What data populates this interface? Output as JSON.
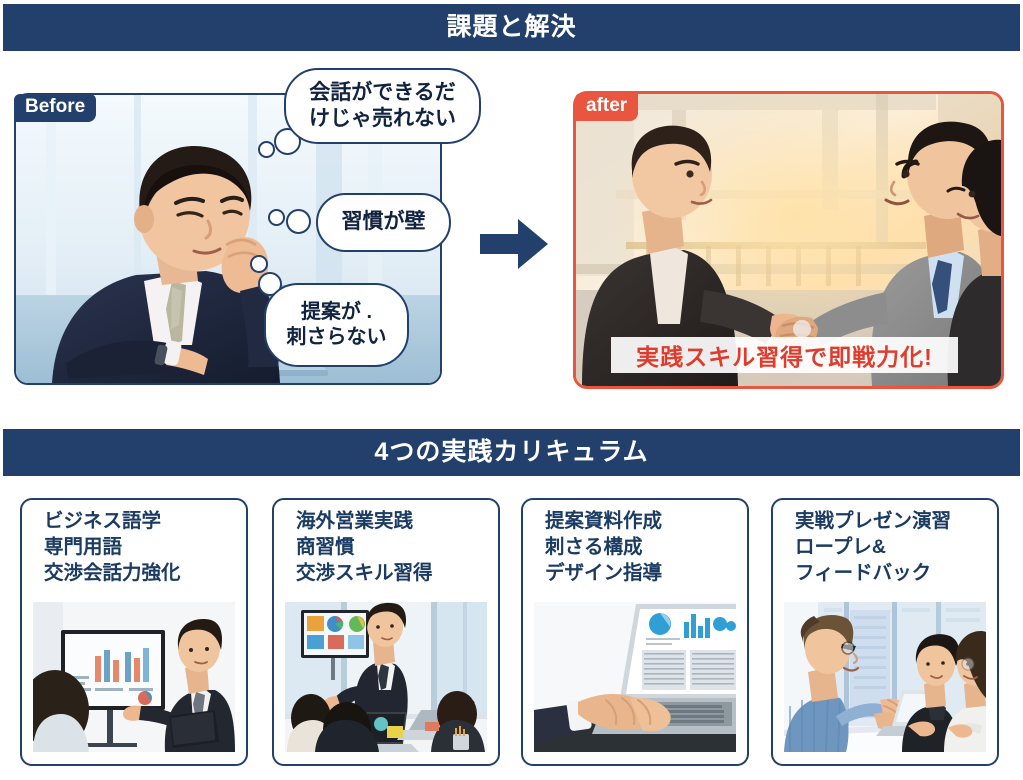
{
  "sections": [
    {
      "title": "課題と解決"
    },
    {
      "title": "4つの実践カリキュラム"
    }
  ],
  "before": {
    "tag": "Before",
    "photo_alt": "困った表情でノートパソコンに向かうビジネスマン",
    "bubbles": [
      {
        "text": "会話ができるだけじゃ売れない",
        "line1": "会話ができるだ",
        "line2": "けじゃ売れない"
      },
      {
        "text": "習慣が壁",
        "line1": "習慣が壁",
        "line2": ""
      },
      {
        "text": "提案が . 刺さらない",
        "line1": "提案が .",
        "line2": "刺さらない"
      }
    ]
  },
  "arrow": {
    "name": "right-arrow",
    "color": "#22406B"
  },
  "after": {
    "tag": "after",
    "photo_alt": "商談で握手を交わすビジネスパーソンたち",
    "caption": "実践スキル習得で即戦力化!"
  },
  "cards": [
    {
      "line1": "ビジネス語学",
      "line2": "専門用語",
      "line3": "交渉会話力強化",
      "photo_alt": "モニターのグラフを指し示して説明する講師"
    },
    {
      "line1": "海外営業実践",
      "line2": "商習慣",
      "line3": "交渉スキル習得",
      "photo_alt": "会議室でグラフを前に議論する参加者"
    },
    {
      "line1": "提案資料作成",
      "line2": "刺さる構成",
      "line3": "デザイン指導",
      "photo_alt": "ノートパソコンでデータ資料を作成する手元"
    },
    {
      "line1": "実戦プレゼン演習",
      "line2": "ロープレ&",
      "line3": "フィードバック",
      "photo_alt": "打ち合わせで話し合う三人のメンバー"
    }
  ],
  "colors": {
    "navy": "#22406B",
    "red": "#E8563F",
    "caption_red": "#E03C2D",
    "text_navy": "#1B3B63",
    "white": "#FFFFFF"
  }
}
